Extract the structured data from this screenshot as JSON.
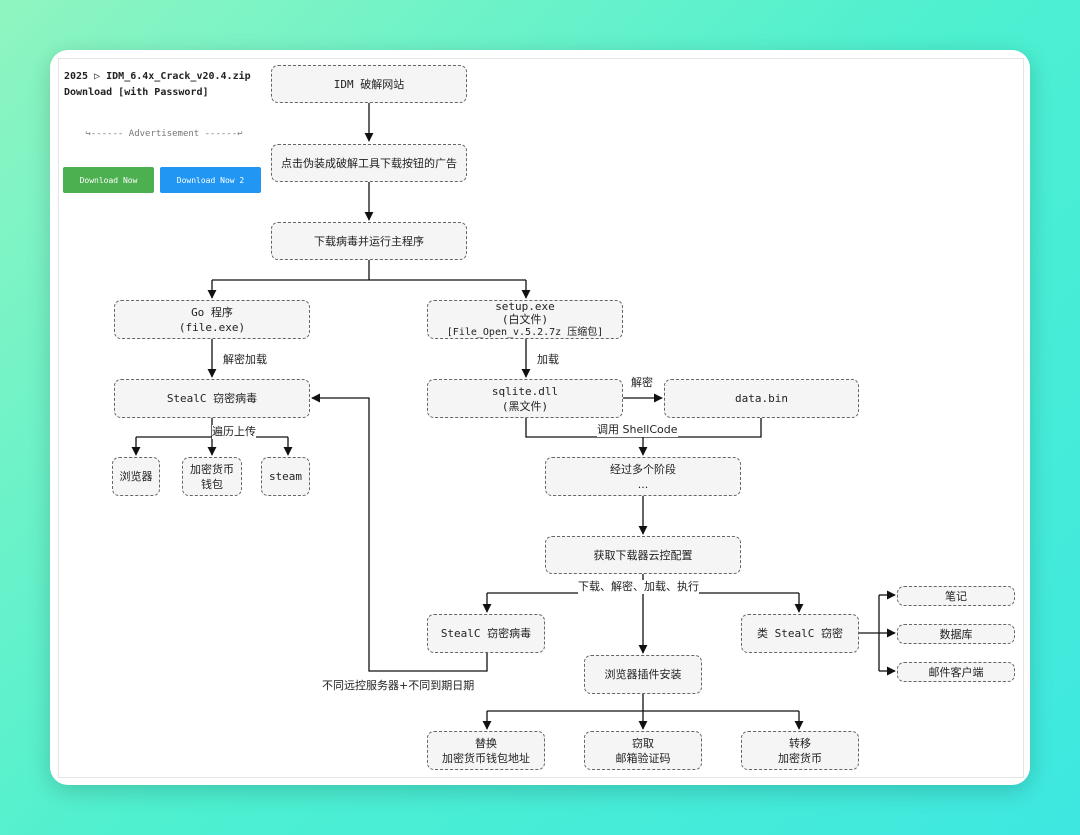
{
  "ad": {
    "title_line1": "2025 ▷ IDM_6.4x_Crack_v20.4.zip",
    "title_line2": "Download [with Password]",
    "separator": "↪------ Advertisement ------↩",
    "button1": "Download Now",
    "button2": "Download Now 2",
    "colors": {
      "button1": "#4caf50",
      "button2": "#2196f3"
    }
  },
  "nodes": {
    "idm_site": "IDM 破解网站",
    "click_ad": "点击伪装成破解工具下载按钮的广告",
    "download_run": "下载病毒并运行主程序",
    "go_program": [
      "Go 程序",
      "(file.exe)"
    ],
    "setup_exe": [
      "setup.exe",
      "(白文件)",
      "[File_Open_v.5.2.7z 压缩包]"
    ],
    "stealc_1": "StealC 窃密病毒",
    "sqlite_dll": [
      "sqlite.dll",
      "(黑文件)"
    ],
    "data_bin": "data.bin",
    "browser": "浏览器",
    "crypto_wallet": [
      "加密货币",
      "钱包"
    ],
    "steam": "steam",
    "multi_stage": [
      "经过多个阶段",
      "..."
    ],
    "fetch_config": "获取下载器云控配置",
    "stealc_2": "StealC 窃密病毒",
    "browser_plugin": "浏览器插件安装",
    "stealc_like": "类 StealC 窃密",
    "notes": "笔记",
    "database": "数据库",
    "mail_client": "邮件客户端",
    "replace": [
      "替换",
      "加密货币钱包地址"
    ],
    "steal_mail": [
      "窃取",
      "邮箱验证码"
    ],
    "transfer": [
      "转移",
      "加密货币"
    ]
  },
  "edge_labels": {
    "decrypt_load": "解密加载",
    "traverse_upload": "遍历上传",
    "load": "加载",
    "decrypt": "解密",
    "call_shellcode": "调用 ShellCode",
    "download_chain": "下载、解密、加载、执行",
    "diff_server": "不同远控服务器+不同到期日期"
  }
}
